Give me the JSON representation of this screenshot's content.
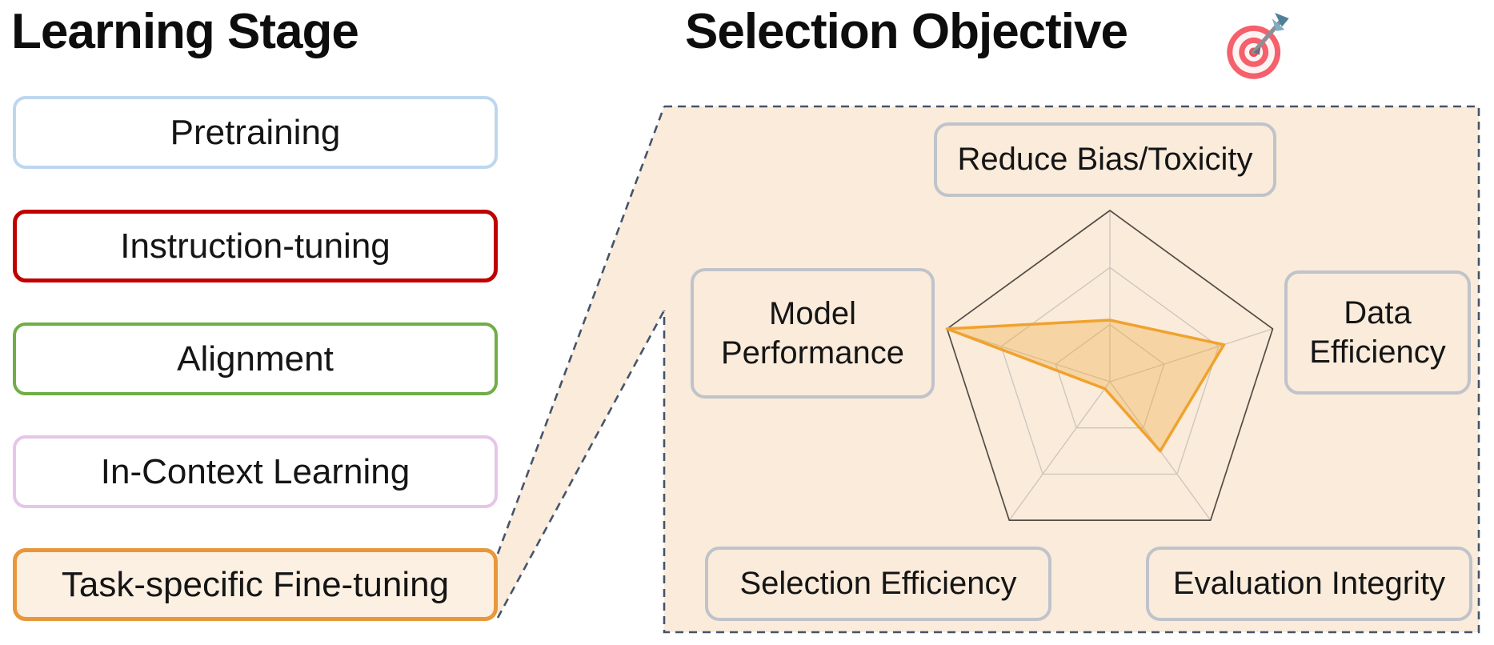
{
  "left_panel": {
    "title": "Learning Stage",
    "stages": [
      {
        "label": "Pretraining",
        "border_color": "#BDD7EE",
        "fill_color": "#FFFFFF",
        "border_width": 4
      },
      {
        "label": "Instruction-tuning",
        "border_color": "#C00000",
        "fill_color": "#FFFFFF",
        "border_width": 5
      },
      {
        "label": "Alignment",
        "border_color": "#70AD47",
        "fill_color": "#FFFFFF",
        "border_width": 4
      },
      {
        "label": "In-Context Learning",
        "border_color": "#E5C6E7",
        "fill_color": "#FFFFFF",
        "border_width": 4
      },
      {
        "label": "Task-specific Fine-tuning",
        "border_color": "#E8973C",
        "fill_color": "#FCF0E2",
        "border_width": 5
      }
    ]
  },
  "right_panel": {
    "title": "Selection Objective",
    "title_icon": "target-dartboard-emoji",
    "panel_fill": "#FAEBDB",
    "panel_border_color": "#44546A",
    "label_box_border_color": "#BFC3CA",
    "objectives": {
      "top": "Reduce Bias/Toxicity",
      "right": "Data Efficiency",
      "bottom_right": "Evaluation Integrity",
      "bottom_left": "Selection Efficiency",
      "left": "Model Performance"
    }
  },
  "chart_data": {
    "type": "radar",
    "title": "",
    "axes": [
      "Reduce Bias/Toxicity",
      "Data Efficiency",
      "Evaluation Integrity",
      "Selection Efficiency",
      "Model Performance"
    ],
    "values": [
      0.36,
      0.7,
      0.5,
      0.05,
      1.0
    ],
    "value_max": 1,
    "grid_levels": [
      0.333,
      0.667,
      1.0
    ],
    "legend": "none",
    "colors": {
      "series_stroke": "#F0A22E",
      "series_fill": "rgba(242,166,50,0.33)",
      "grid": "#CBC5BB",
      "outline": "#524C44"
    }
  }
}
